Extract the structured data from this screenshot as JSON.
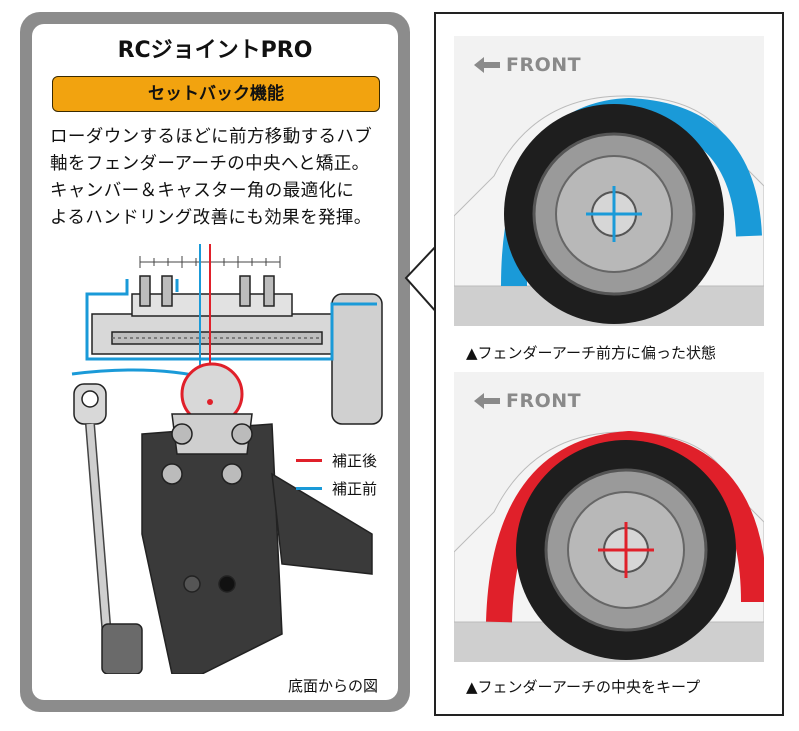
{
  "left_panel": {
    "title": "RCジョイントPRO",
    "banner": "セットバック機能",
    "description_lines": [
      "ローダウンするほどに前方移動するハブ",
      "軸をフェンダーアーチの中央へと矯正。",
      "キャンバー＆キャスター角の最適化に",
      "よるハンドリング改善にも効果を発揮。"
    ],
    "legend": [
      {
        "label": "補正後",
        "color": "#e0202a"
      },
      {
        "label": "補正前",
        "color": "#1a9ad8"
      }
    ],
    "bottom_caption": "底面からの図"
  },
  "right_panel": {
    "front_label": "FRONT",
    "top_caption": "▲フェンダーアーチ前方に偏った状態",
    "bottom_caption": "▲フェンダーアーチの中央をキープ",
    "top_fender_color": "#1a9ad8",
    "bottom_fender_color": "#e0202a"
  }
}
